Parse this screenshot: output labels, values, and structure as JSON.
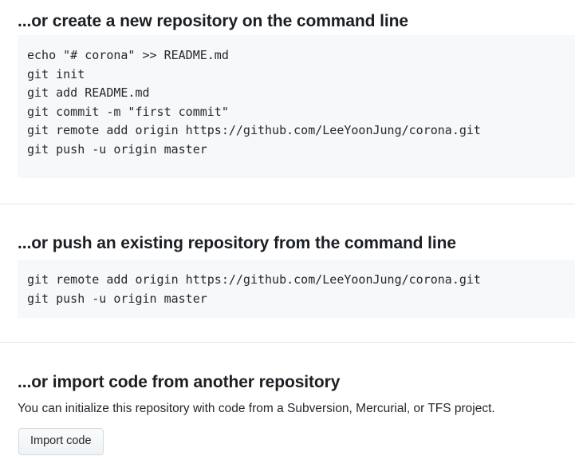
{
  "sections": [
    {
      "id": "create",
      "heading": "...or create a new repository on the command line",
      "code_lines": [
        "echo \"# corona\" >> README.md",
        "git init",
        "git add README.md",
        "git commit -m \"first commit\"",
        "git remote add origin https://github.com/LeeYoonJung/corona.git",
        "git push -u origin master"
      ]
    },
    {
      "id": "push",
      "heading": "...or push an existing repository from the command line",
      "code_lines": [
        "git remote add origin https://github.com/LeeYoonJung/corona.git",
        "git push -u origin master"
      ]
    },
    {
      "id": "import",
      "heading": "...or import code from another repository",
      "description": "You can initialize this repository with code from a Subversion, Mercurial, or TFS project.",
      "button_label": "Import code"
    }
  ],
  "colors": {
    "code_background": "#f6f8fa",
    "text": "#24292e",
    "heading": "#1b1f23",
    "divider": "#e1e4e8",
    "button_border": "#d5d8db"
  }
}
